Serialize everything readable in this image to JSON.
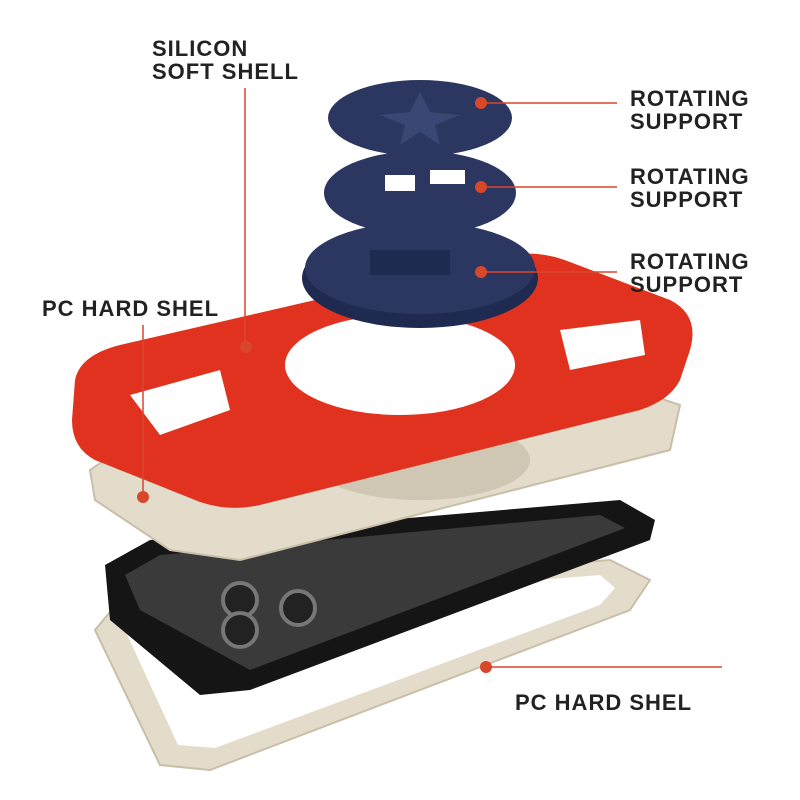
{
  "labels": {
    "silicon_soft_shell": [
      "SILICON",
      "SOFT SHELL"
    ],
    "pc_hard_shell_left": "PC HARD SHEL",
    "rotating_support_1": [
      "ROTATING",
      "SUPPORT"
    ],
    "rotating_support_2": [
      "ROTATING",
      "SUPPORT"
    ],
    "rotating_support_3": [
      "ROTATING",
      "SUPPORT"
    ],
    "pc_hard_shell_bottom": "PC HARD SHEL"
  },
  "colors": {
    "callout": "#d9472b",
    "support": "#2b3760",
    "soft_shell": "#e0321e",
    "hard_shell": "#e4dccb",
    "phone": "#151515"
  }
}
